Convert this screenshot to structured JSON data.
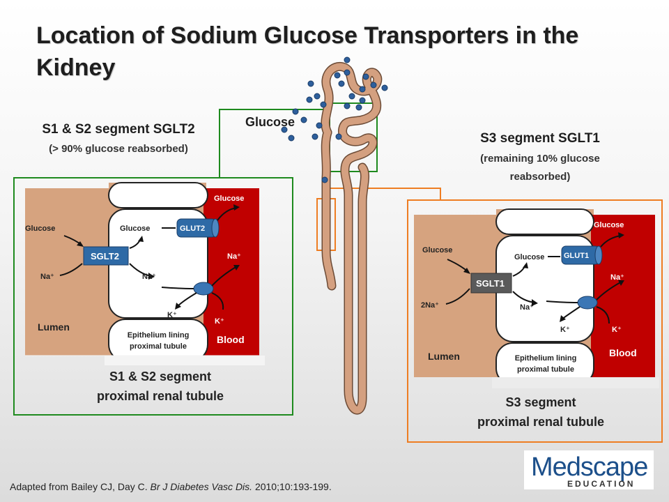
{
  "title": "Location of Sodium Glucose Transporters in the Kidney",
  "glucose_label": "Glucose",
  "left": {
    "heading": "S1 & S2 segment SGLT2",
    "subheading": "(> 90% glucose reabsorbed)",
    "transporter": "SGLT2",
    "glut": "GLUT2",
    "lumen_glucose": "Glucose",
    "lumen_na": "Na⁺",
    "cell_glucose": "Glucose",
    "cell_na": "Na⁺",
    "cell_k": "K⁺",
    "blood_glucose": "Glucose",
    "blood_na": "Na⁺",
    "blood_k": "K⁺",
    "lumen": "Lumen",
    "blood": "Blood",
    "epithelium": "Epithelium lining proximal tubule",
    "caption_line1": "S1 & S2 segment",
    "caption_line2": "proximal renal tubule"
  },
  "right": {
    "heading": "S3 segment SGLT1",
    "subheading_line1": "(remaining 10% glucose",
    "subheading_line2": "reabsorbed)",
    "transporter": "SGLT1",
    "glut": "GLUT1",
    "lumen_glucose": "Glucose",
    "lumen_na": "2Na⁺",
    "cell_glucose": "Glucose",
    "cell_na": "Na⁺",
    "cell_k": "K⁺",
    "blood_glucose": "Glucose",
    "blood_na": "Na⁺",
    "blood_k": "K⁺",
    "lumen": "Lumen",
    "blood": "Blood",
    "epithelium": "Epithelium lining proximal tubule",
    "caption_line1": "S3 segment",
    "caption_line2": "proximal renal tubule"
  },
  "citation": {
    "prefix": "Adapted from Bailey CJ, Day C.",
    "journal": "Br J Diabetes Vasc Dis.",
    "suffix": "2010;10:193-199."
  },
  "logo": {
    "name": "Medscape",
    "tagline": "EDUCATION"
  },
  "colors": {
    "lumen": "#d6a37f",
    "blood": "#c00000",
    "transporter": "#2e6aa6",
    "sglt1": "#5a5a5a",
    "left_frame": "#1e8a1e",
    "right_frame": "#ee7d22",
    "tubule": "#d4a080",
    "dots": "#2e5f9c"
  }
}
